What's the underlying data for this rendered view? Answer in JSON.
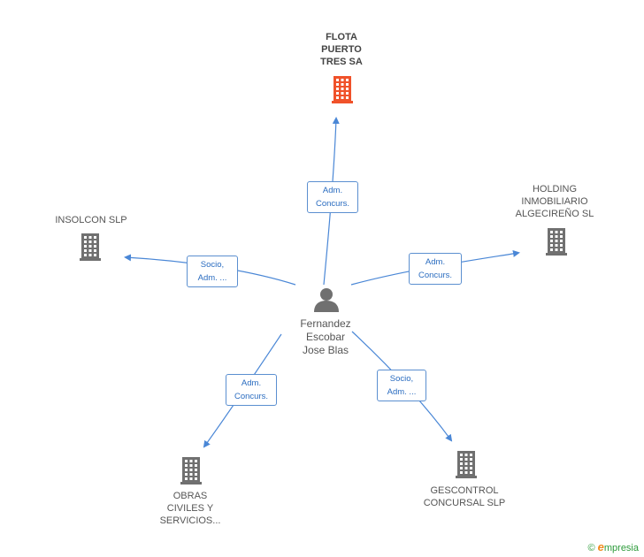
{
  "center": {
    "name": "Fernandez\nEscobar\nJose Blas",
    "icon": "person-icon"
  },
  "companies": [
    {
      "id": "flota",
      "name": "FLOTA\nPUERTO\nTRES SA",
      "icon": "building-icon",
      "color": "#f0522a",
      "highlight": true
    },
    {
      "id": "holding",
      "name": "HOLDING\nINMOBILIARIO\nALGECIREÑO SL",
      "icon": "building-icon",
      "color": "#707070"
    },
    {
      "id": "insolcon",
      "name": "INSOLCON  SLP",
      "icon": "building-icon",
      "color": "#707070"
    },
    {
      "id": "obras",
      "name": "OBRAS\nCIVILES Y\nSERVICIOS...",
      "icon": "building-icon",
      "color": "#707070"
    },
    {
      "id": "gescontrol",
      "name": "GESCONTROL\nCONCURSAL SLP",
      "icon": "building-icon",
      "color": "#707070"
    }
  ],
  "relations": [
    {
      "to": "flota",
      "label": "Adm.\nConcurs."
    },
    {
      "to": "holding",
      "label": "Adm.\nConcurs."
    },
    {
      "to": "insolcon",
      "label": "Socio,\nAdm. ..."
    },
    {
      "to": "obras",
      "label": "Adm.\nConcurs."
    },
    {
      "to": "gescontrol",
      "label": "Socio,\nAdm. ..."
    }
  ],
  "colors": {
    "edge": "#4a87d6",
    "building": "#707070",
    "highlight": "#f0522a"
  },
  "footer": {
    "copyright": "©",
    "brand_initial": "e",
    "brand_rest": "mpresia"
  }
}
